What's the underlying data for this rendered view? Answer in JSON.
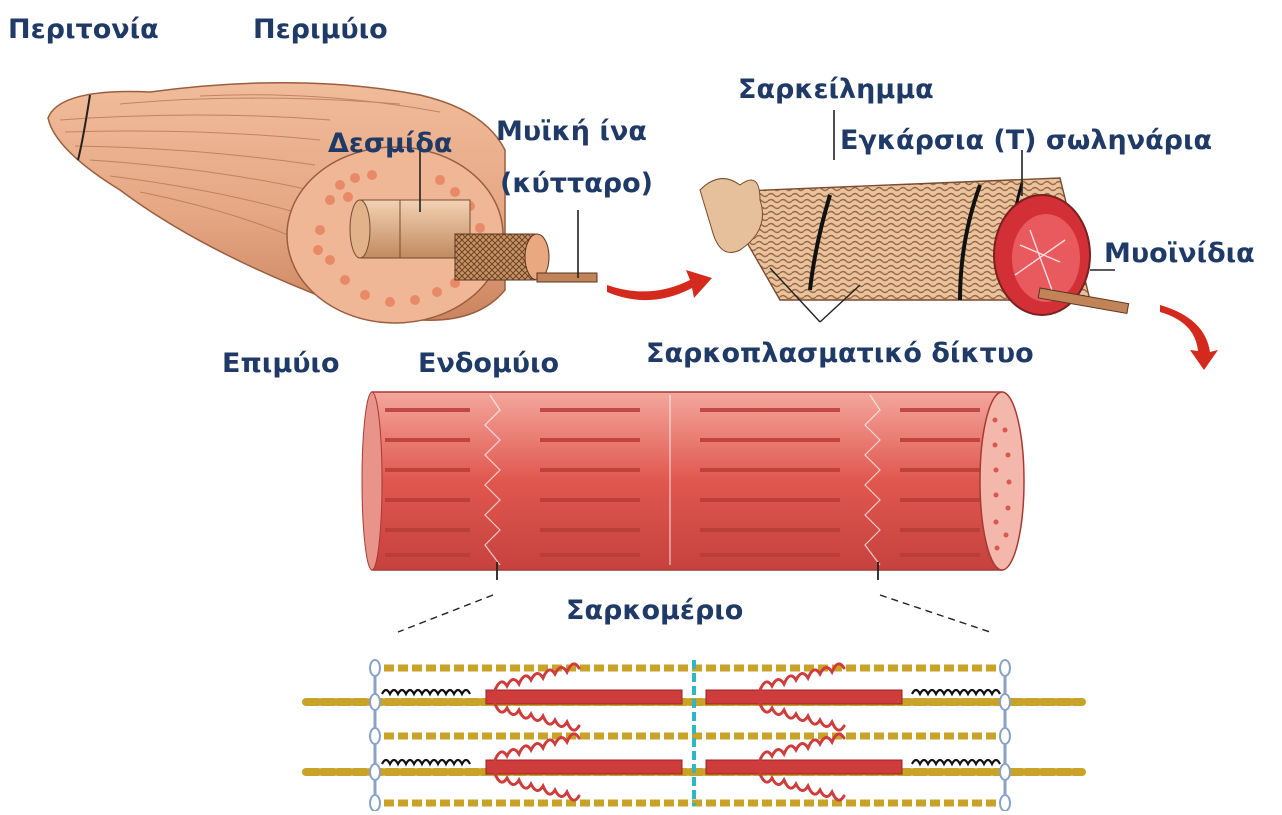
{
  "labels": {
    "peritonia": "Περιτονία",
    "perimyio": "Περιμύιο",
    "desmida": "Δεσμίδα",
    "myiki_ina": "Μυϊκή ίνα",
    "kyttaro": "(κύτταρο)",
    "sarkeilimma": "Σαρκείλημμα",
    "egkarsia": "Εγκάρσια (Τ) σωληνάρια",
    "myoinidia": "Μυοϊνίδια",
    "sarkoplasmatiko": "Σαρκοπλασματικό δίκτυο",
    "epimyio": "Επιμύιο",
    "endomyio": "Ενδομύιο",
    "sarkomerio": "Σαρκομέριο"
  },
  "colors": {
    "label_text": "#1f3a66",
    "muscle_tan": "#e6a784",
    "muscle_dark": "#c9855f",
    "fiber_red": "#e0574f",
    "fiber_light": "#f2b1a6",
    "arrow_red": "#d42a1e",
    "myosin_red": "#cf3c3c",
    "titin_gold": "#c9a228",
    "zline_cyan": "#2fb7c4",
    "zdisc_blue": "#8aa2c6"
  }
}
